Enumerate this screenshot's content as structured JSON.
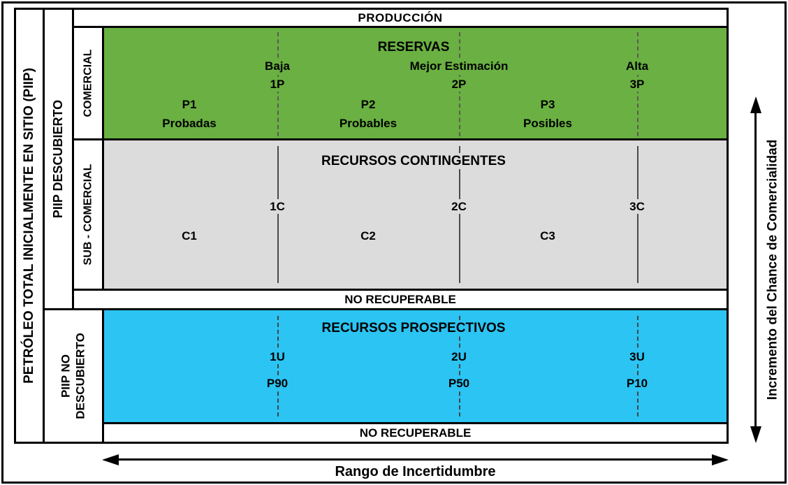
{
  "produccion_label": "PRODUCCIÓN",
  "left_axis": {
    "total": "PETRÓLEO TOTAL INICIALMENTE EN SITIO (PIIP)",
    "descubierto": "PIIP DESCUBIERTO",
    "comercial": "COMERCIAL",
    "sub_comercial": "SUB - COMERCIAL",
    "no_descubierto": {
      "line1": "PIIP NO",
      "line2": "DESCUBIERTO"
    }
  },
  "reservas": {
    "title": "RESERVAS",
    "estimates": [
      {
        "label": "Baja",
        "code": "1P"
      },
      {
        "label": "Mejor Estimación",
        "code": "2P"
      },
      {
        "label": "Alta",
        "code": "3P"
      }
    ],
    "categories": [
      {
        "code": "P1",
        "label": "Probadas"
      },
      {
        "code": "P2",
        "label": "Probables"
      },
      {
        "code": "P3",
        "label": "Posibles"
      }
    ]
  },
  "contingentes": {
    "title": "RECURSOS CONTINGENTES",
    "estimates": [
      "1C",
      "2C",
      "3C"
    ],
    "categories": [
      "C1",
      "C2",
      "C3"
    ]
  },
  "no_recuperable_superior": "NO RECUPERABLE",
  "prospectivos": {
    "title": "RECURSOS PROSPECTIVOS",
    "estimates": [
      "1U",
      "2U",
      "3U"
    ],
    "percentiles": [
      "P90",
      "P50",
      "P10"
    ]
  },
  "no_recuperable_inferior": "NO RECUPERABLE",
  "bottom_axis": "Rango de Incertidumbre",
  "right_axis": "Incremento del Chance de Comercialidad",
  "colors": {
    "reservas_green": "#6ab042",
    "contingentes_gray": "#dcdcdc",
    "prospectivos_blue": "#2bc4f3"
  }
}
